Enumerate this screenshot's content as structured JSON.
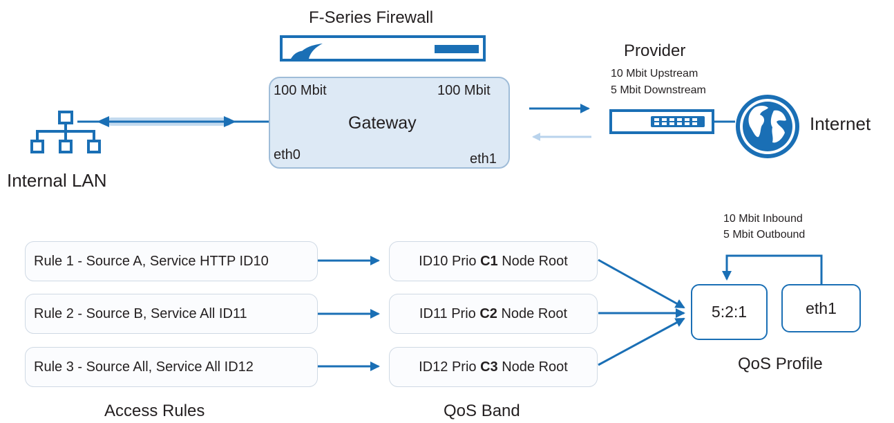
{
  "firewall": {
    "title": "F-Series Firewall"
  },
  "gateway": {
    "label": "Gateway",
    "left_speed": "100 Mbit",
    "right_speed": "100 Mbit",
    "left_interface": "eth0",
    "right_interface": "eth1"
  },
  "lan": {
    "label": "Internal LAN"
  },
  "provider": {
    "title": "Provider",
    "upstream": "10 Mbit Upstream",
    "downstream": "5 Mbit Downstream"
  },
  "internet": {
    "label": "Internet"
  },
  "access_rules": {
    "caption": "Access Rules",
    "rules": [
      "Rule 1 - Source A, Service HTTP ID10",
      "Rule 2 - Source B, Service All ID11",
      "Rule 3 - Source All, Service All ID12"
    ]
  },
  "qos_band": {
    "caption": "QoS Band",
    "bands": [
      {
        "pre": "ID10 Prio ",
        "cls": "C1",
        "post": " Node Root"
      },
      {
        "pre": "ID11 Prio ",
        "cls": "C2",
        "post": " Node Root"
      },
      {
        "pre": "ID12 Prio ",
        "cls": "C3",
        "post": " Node Root"
      }
    ]
  },
  "qos_profile": {
    "caption": "QoS Profile",
    "ratio": "5:2:1",
    "interface": "eth1",
    "inbound": "10 Mbit Inbound",
    "outbound": "5 Mbit Outbound"
  },
  "colors": {
    "accent": "#1a6fb5",
    "light_accent": "#b9d3ec",
    "gateway_fill": "#dde9f5"
  }
}
